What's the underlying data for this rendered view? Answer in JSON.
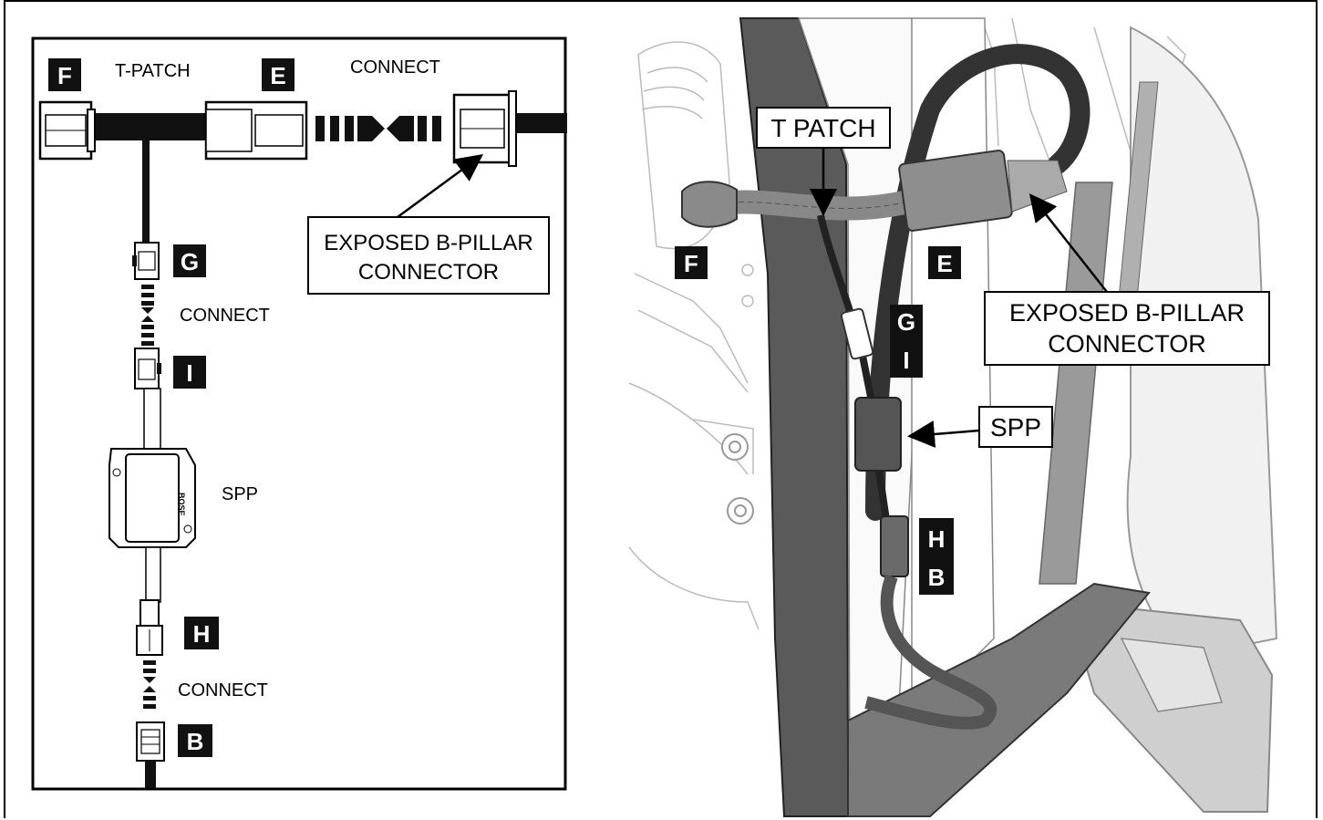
{
  "left_panel": {
    "badges": {
      "F": "F",
      "E": "E",
      "G": "G",
      "I": "I",
      "H": "H",
      "B": "B"
    },
    "t_patch_label": "T-PATCH",
    "connect_top": "CONNECT",
    "connect_gi": "CONNECT",
    "connect_hb": "CONNECT",
    "exposed_line1": "EXPOSED B-PILLAR",
    "exposed_line2": "CONNECTOR",
    "spp_label": "SPP",
    "spp_brand": "BOSE"
  },
  "right_panel": {
    "t_patch_callout": "T PATCH",
    "exposed_line1": "EXPOSED B-PILLAR",
    "exposed_line2": "CONNECTOR",
    "spp_callout": "SPP",
    "badges": {
      "F": "F",
      "E": "E",
      "G": "G",
      "I": "I",
      "H": "H",
      "B": "B"
    }
  },
  "colors": {
    "ink": "#000000",
    "harness_gray": "#8a8a8a",
    "pillar_dark": "#5a5a5a",
    "cover_light": "#f4f4f4"
  }
}
